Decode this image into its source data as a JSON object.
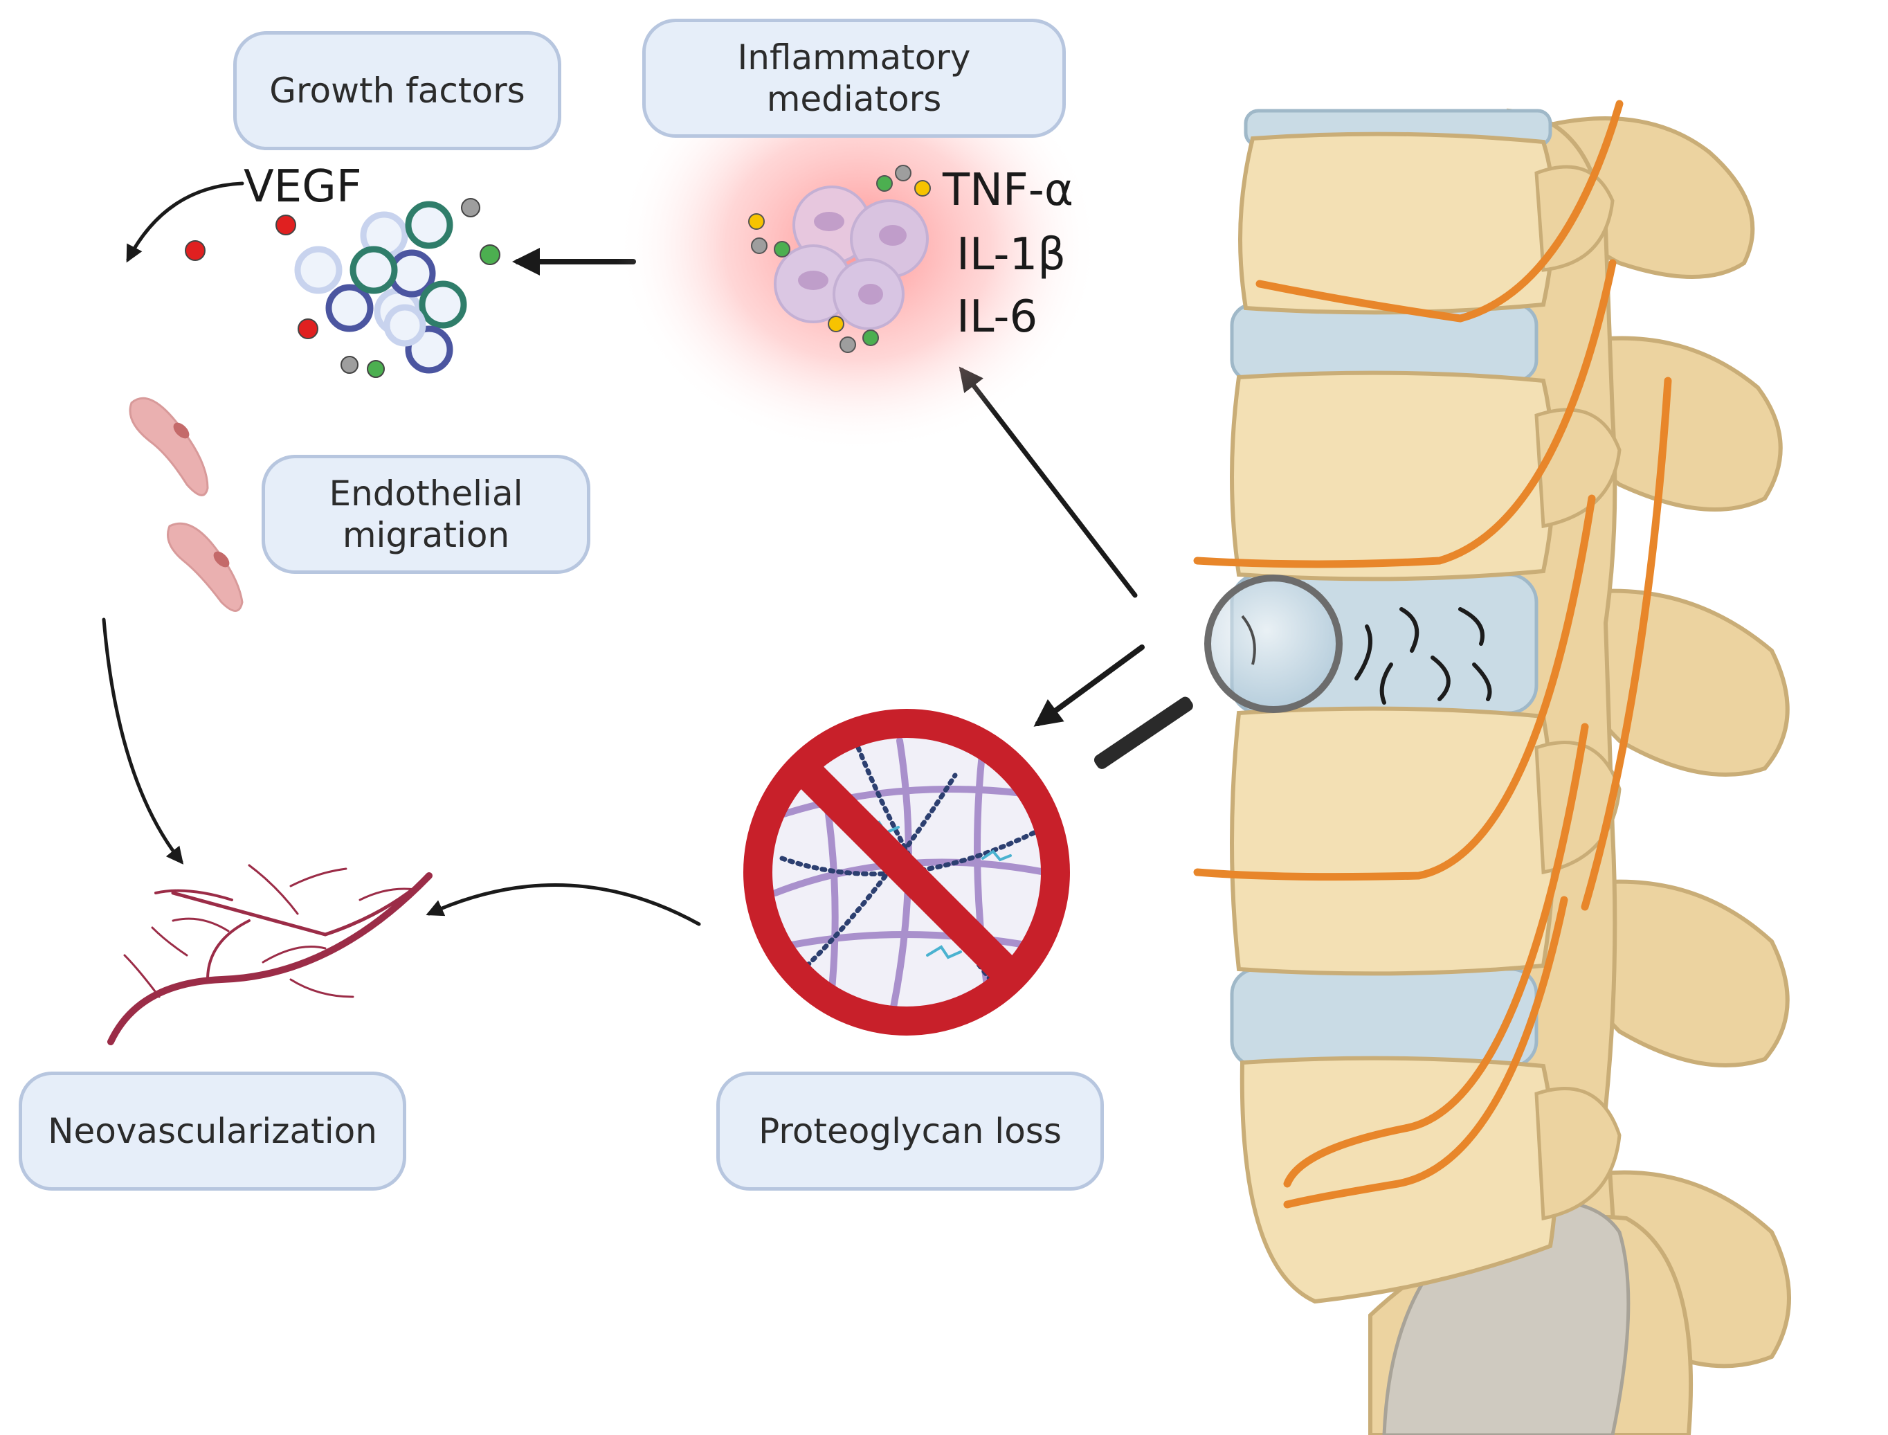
{
  "boxes": {
    "growth_factors": "Growth factors",
    "inflammatory_mediators": [
      "Inflammatory",
      "mediators"
    ],
    "endothelial_migration": [
      "Endothelial",
      "migration"
    ],
    "neovascularization": "Neovascularization",
    "proteoglycan_loss": "Proteoglycan loss"
  },
  "labels": {
    "vegf": "VEGF",
    "cytokines": [
      "TNF-α",
      "IL-1β",
      "IL-6"
    ]
  },
  "colors": {
    "box_fill": "#e6eef9",
    "box_border": "#b7c6df",
    "bone": "#f3e0b4",
    "disc": "#c9dbe5",
    "nerve": "#e8862a",
    "prohibition_red": "#c8202a",
    "inflammation_glow": "#ff8a8a",
    "vessel": "#9b2c47",
    "endothelial_cell": "#eab0b0"
  }
}
